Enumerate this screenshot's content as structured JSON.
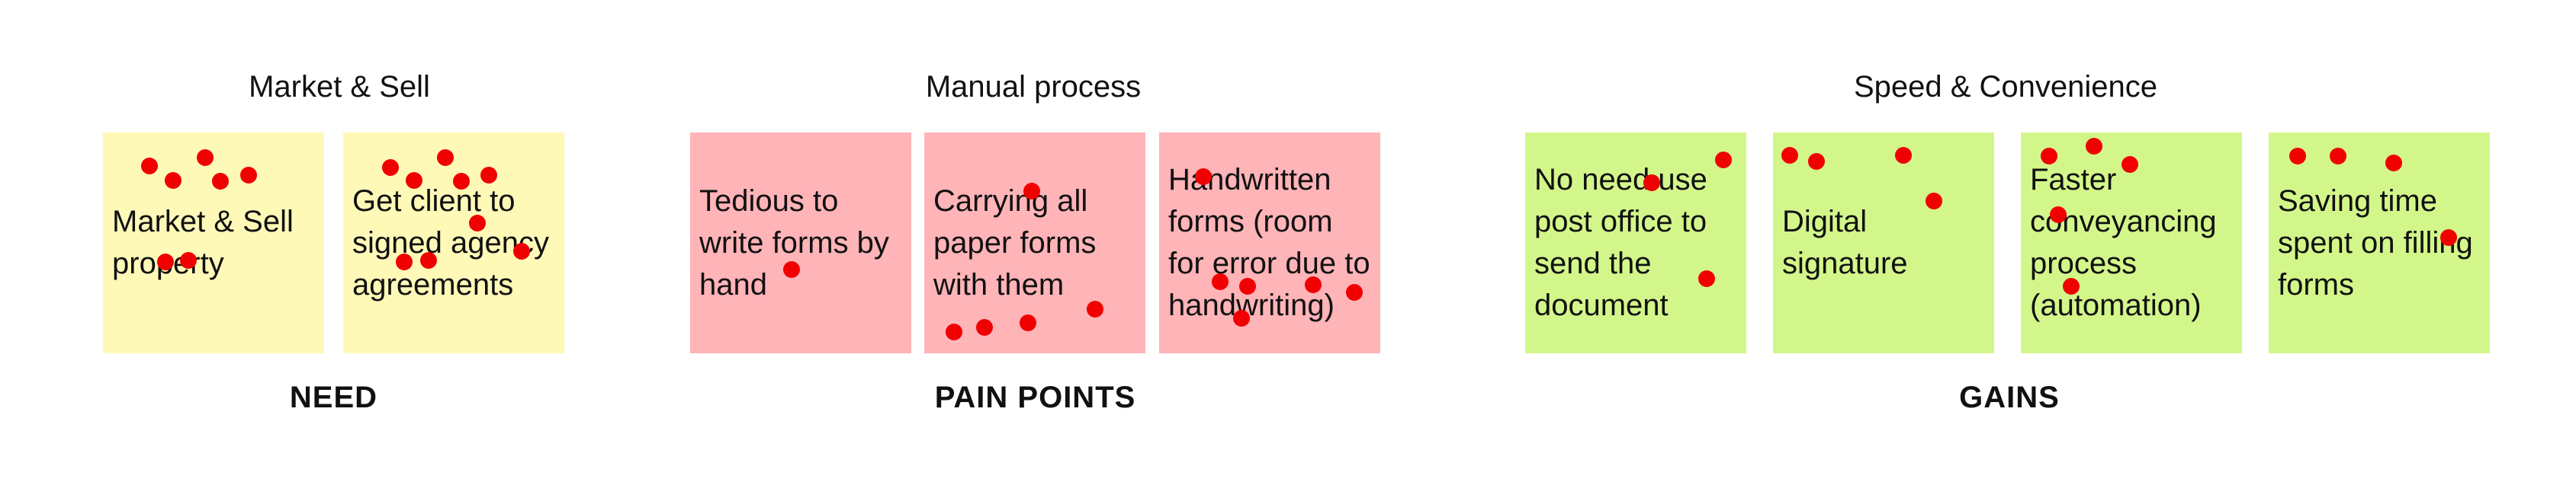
{
  "colors": {
    "need": "#fff9b8",
    "pain": "#ffb4b8",
    "gain": "#d3f68a",
    "vote_dot": "#f00000"
  },
  "groups": {
    "need": {
      "title": "Market & Sell",
      "label": "NEED",
      "notes": [
        {
          "text": "Market & Sell property",
          "votes": 7
        },
        {
          "text": "Get client to signed agency agreements",
          "votes": 9
        }
      ]
    },
    "pain": {
      "title": "Manual process",
      "label": "PAIN POINTS",
      "notes": [
        {
          "text": "Tedious to write forms by hand",
          "votes": 1
        },
        {
          "text": "Carrying all paper forms with them",
          "votes": 5
        },
        {
          "text": "Handwritten forms (room for error due to handwriting)",
          "votes": 6
        }
      ]
    },
    "gain": {
      "title": "Speed & Convenience",
      "label": "GAINS",
      "notes": [
        {
          "text": "No need use post office to send the document",
          "votes": 3
        },
        {
          "text": "Digital signature",
          "votes": 4
        },
        {
          "text": "Faster conveyancing process (automation)",
          "votes": 5
        },
        {
          "text": "Saving time spent on filling forms",
          "votes": 4
        }
      ]
    }
  }
}
